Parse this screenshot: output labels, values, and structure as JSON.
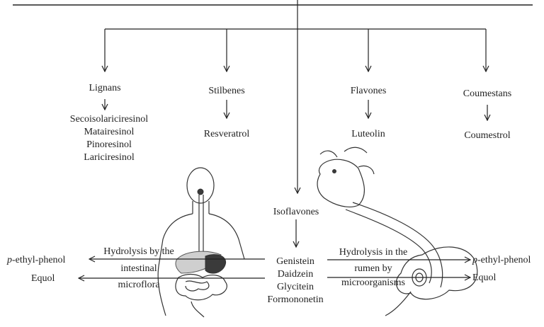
{
  "categories": {
    "lignans": {
      "label": "Lignans",
      "compounds": [
        "Secoisolariciresinol",
        "Matairesinol",
        "Pinoresinol",
        "Lariciresinol"
      ]
    },
    "stilbenes": {
      "label": "Stilbenes",
      "compound": "Resveratrol"
    },
    "flavones": {
      "label": "Flavones",
      "compound": "Luteolin"
    },
    "coumestans": {
      "label": "Coumestans",
      "compound": "Coumestrol"
    },
    "isoflavones": {
      "label": "Isoflavones",
      "compounds": [
        "Genistein",
        "Daidzein",
        "Glycitein",
        "Formononetin"
      ]
    }
  },
  "human": {
    "process_lines": [
      "Hydrolysis by the",
      "intestinal",
      "microflora"
    ],
    "product_italic_prefix": "p",
    "product_suffix": "-ethyl-phenol",
    "product2": "Equol"
  },
  "cow": {
    "process_lines": [
      "Hydrolysis in the",
      "rumen by",
      "microorganisms"
    ],
    "product_italic_prefix": "p",
    "product_suffix": "-ethyl-phenol",
    "product2": "Equol"
  }
}
